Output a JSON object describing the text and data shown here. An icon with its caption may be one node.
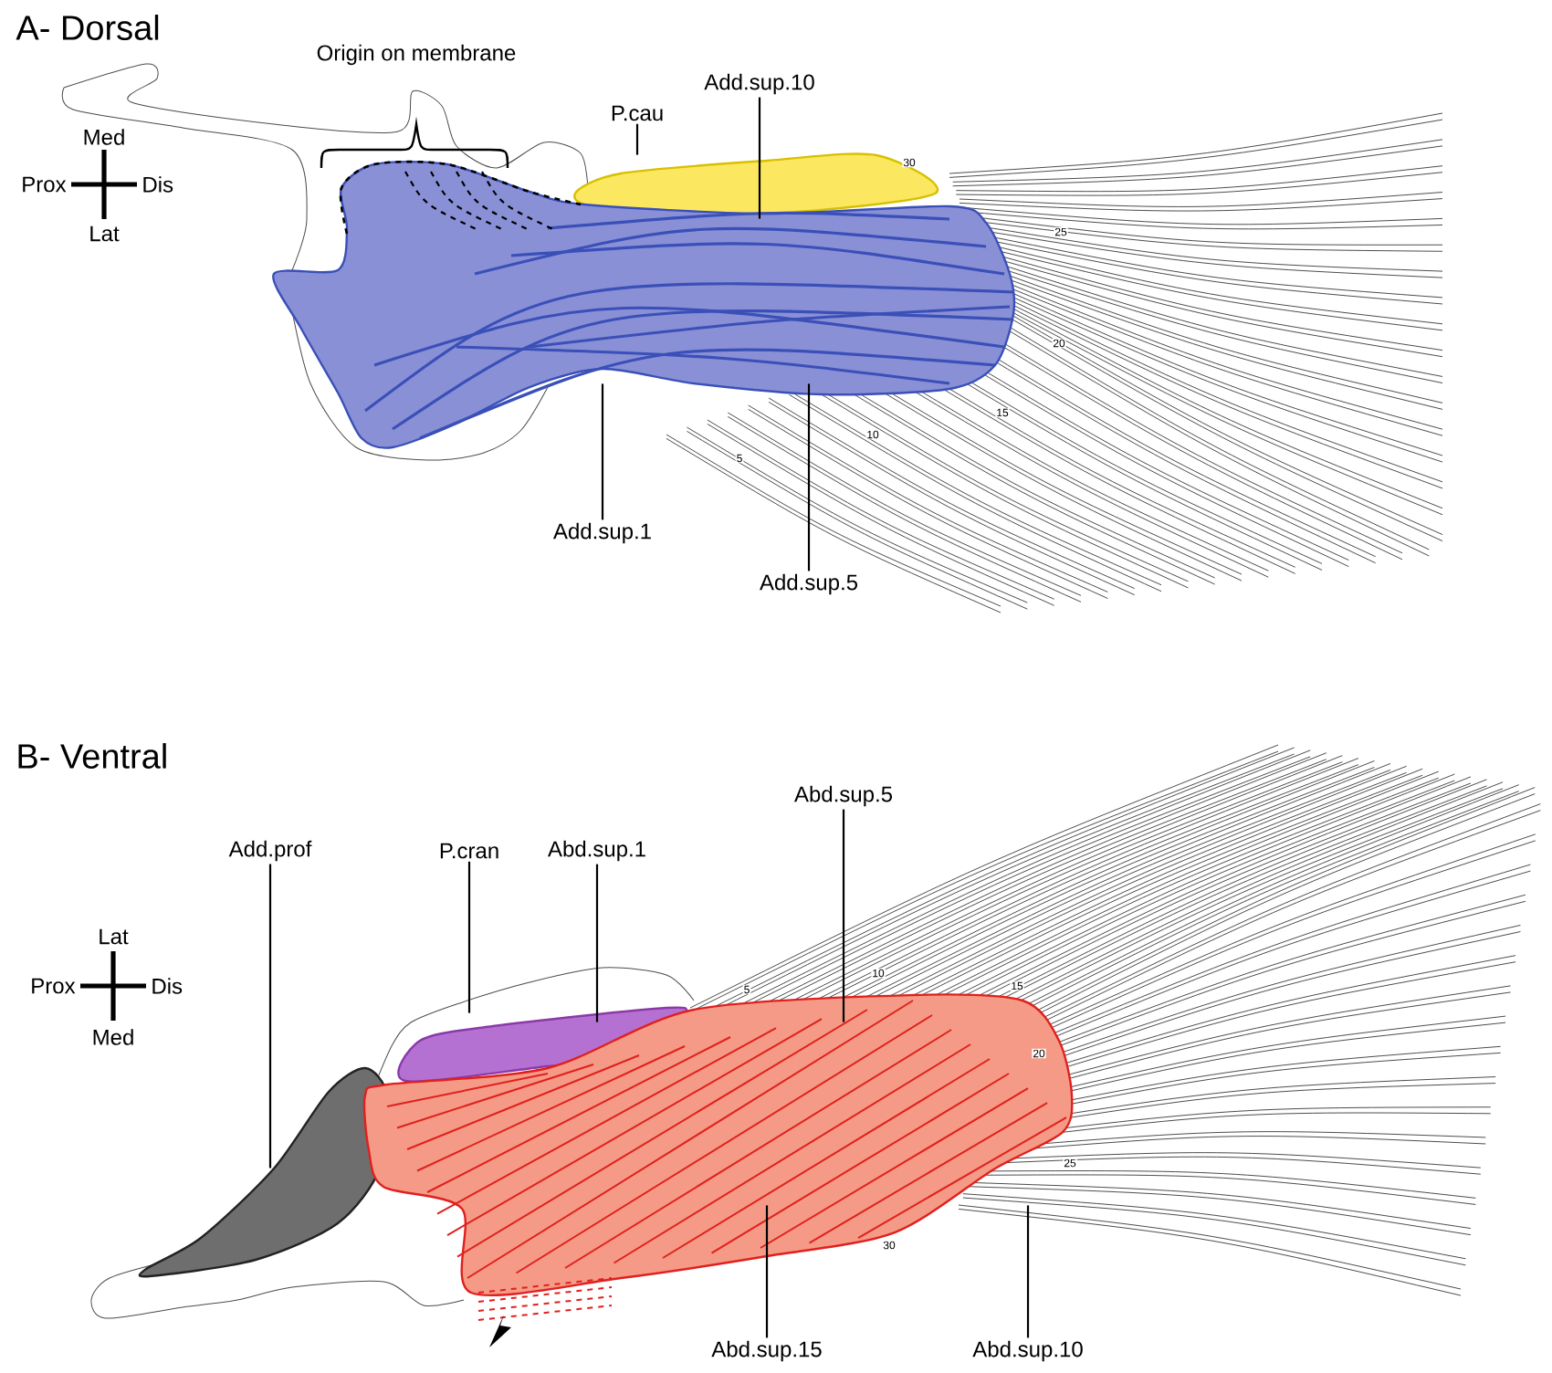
{
  "diagram": {
    "nodes": [
      {
        "text": [
          "P.cau"
        ]
      },
      {
        "text": [
          "Add.sup.10"
        ]
      },
      {
        "text": [
          "Add.sup.1"
        ]
      },
      {
        "text": [
          "Add.sup.5"
        ]
      },
      {
        "text": [],
        "shape": "picture"
      },
      {
        "text": [],
        "shape": "picture"
      },
      {
        "text": [
          "Add.prof"
        ]
      },
      {
        "text": [
          "P.cran"
        ]
      },
      {
        "text": [
          "Abd.sup.1"
        ]
      },
      {
        "text": [
          "Abd.sup.5"
        ]
      },
      {
        "text": [
          "Abd.sup.15"
        ]
      },
      {
        "text": [
          "Abd.sup.10"
        ]
      },
      {
        "text": [],
        "shape": "picture"
      },
      {
        "text": [],
        "shape": "picture"
      },
      {
        "text": [],
        "shape": "picture"
      }
    ],
    "edges": [
      {
        "from": 0,
        "to": 4,
        "arrow": "none"
      },
      {
        "from": 1,
        "to": 5,
        "arrow": "none"
      },
      {
        "from": 2,
        "to": 5,
        "arrow": "none"
      },
      {
        "from": 3,
        "to": 5,
        "arrow": "none"
      },
      {
        "from": 6,
        "to": 12,
        "arrow": "none"
      },
      {
        "from": 7,
        "to": 13,
        "arrow": "none"
      },
      {
        "from": 8,
        "to": 14,
        "arrow": "none"
      },
      {
        "from": 9,
        "to": 14,
        "arrow": "none"
      },
      {
        "from": 10,
        "to": 14,
        "arrow": "none"
      },
      {
        "from": 11,
        "to": 14,
        "arrow": "none"
      }
    ],
    "labels": [
      "A- Dorsal",
      "Origin on membrane",
      "Med",
      "Prox",
      "Dis",
      "Lat",
      "30",
      "25",
      "20",
      "15",
      "10",
      "5",
      "B- Ventral",
      "Lat",
      "Prox",
      "Dis",
      "Med",
      "5",
      "10",
      "15",
      "20",
      "25",
      "30"
    ]
  }
}
